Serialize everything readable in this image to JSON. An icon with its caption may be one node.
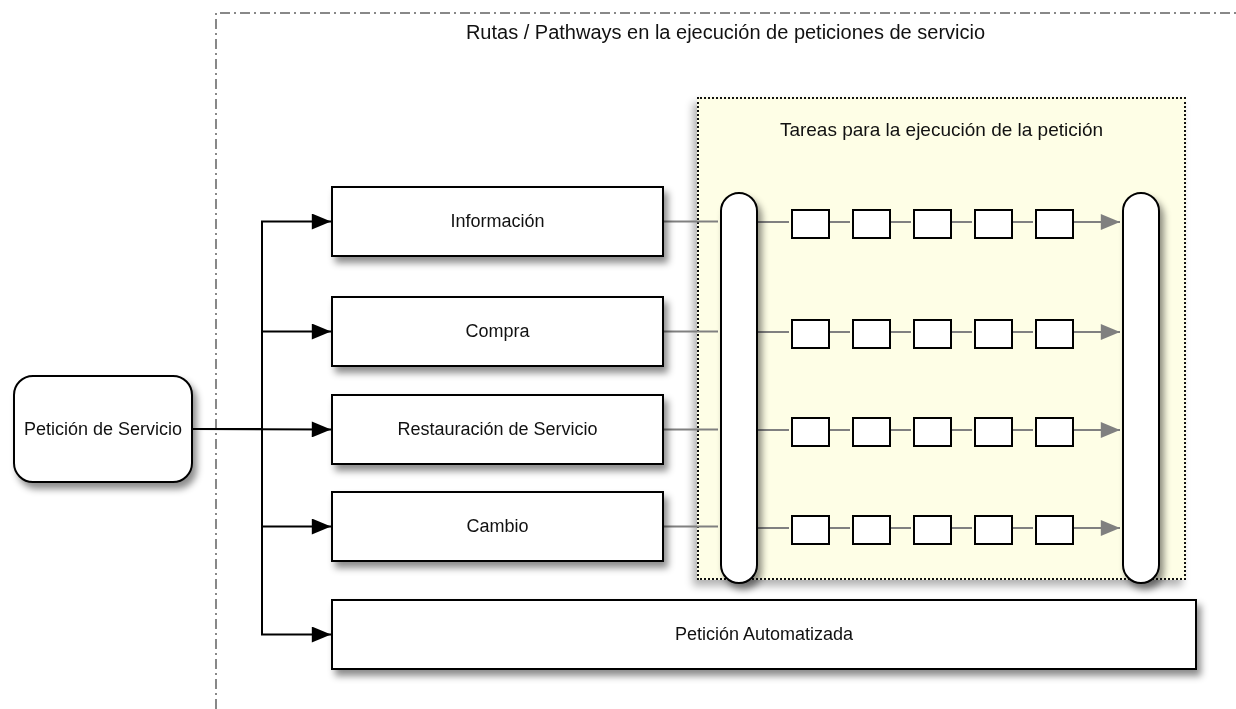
{
  "diagram": {
    "nodes": [
      {
        "text": [
          "Rutas / Pathways en la ejecución de peticiones de servicio"
        ]
      },
      {
        "text": [
          "Petición de Servicio"
        ]
      },
      {
        "text": [
          "Información"
        ],
        "in": 0
      },
      {
        "text": [
          "Compra"
        ],
        "in": 0
      },
      {
        "text": [
          "Restauración de Servicio"
        ],
        "in": 0
      },
      {
        "text": [
          "Cambio"
        ],
        "in": 0
      },
      {
        "text": [
          "Petición Automatizada"
        ],
        "in": 0
      },
      {
        "text": [
          "Tareas para la ejecución de la petición"
        ],
        "in": 0
      },
      {
        "text": [],
        "shape": "bar",
        "in": 7
      },
      {
        "text": [],
        "shape": "box",
        "in": 7
      },
      {
        "text": [],
        "shape": "box",
        "in": 7
      },
      {
        "text": [],
        "shape": "box",
        "in": 7
      },
      {
        "text": [],
        "shape": "box",
        "in": 7
      },
      {
        "text": [],
        "shape": "box",
        "in": 7
      },
      {
        "text": [],
        "shape": "box",
        "in": 7
      },
      {
        "text": [],
        "shape": "box",
        "in": 7
      },
      {
        "text": [],
        "shape": "box",
        "in": 7
      },
      {
        "text": [],
        "shape": "box",
        "in": 7
      },
      {
        "text": [],
        "shape": "box",
        "in": 7
      },
      {
        "text": [],
        "shape": "box",
        "in": 7
      },
      {
        "text": [],
        "shape": "box",
        "in": 7
      },
      {
        "text": [],
        "shape": "box",
        "in": 7
      },
      {
        "text": [],
        "shape": "box",
        "in": 7
      },
      {
        "text": [],
        "shape": "box",
        "in": 7
      },
      {
        "text": [],
        "shape": "box",
        "in": 7
      },
      {
        "text": [],
        "shape": "box",
        "in": 7
      },
      {
        "text": [],
        "shape": "box",
        "in": 7
      },
      {
        "text": [],
        "shape": "box",
        "in": 7
      },
      {
        "text": [],
        "shape": "box",
        "in": 7
      },
      {
        "text": [],
        "shape": "bar",
        "in": 7
      }
    ],
    "edges": [
      {
        "from": 1,
        "to": 2,
        "arrow": "to",
        "color": "#000000"
      },
      {
        "from": 1,
        "to": 3,
        "arrow": "to",
        "color": "#000000"
      },
      {
        "from": 1,
        "to": 4,
        "arrow": "to",
        "color": "#000000"
      },
      {
        "from": 1,
        "to": 5,
        "arrow": "to",
        "color": "#000000"
      },
      {
        "from": 1,
        "to": 6,
        "arrow": "to",
        "color": "#000000"
      },
      {
        "from": 2,
        "to": 8,
        "arrow": "none"
      },
      {
        "from": 3,
        "to": 8,
        "arrow": "none"
      },
      {
        "from": 4,
        "to": 8,
        "arrow": "none"
      },
      {
        "from": 5,
        "to": 8,
        "arrow": "none"
      },
      {
        "from": 8,
        "to": 9,
        "arrow": "none"
      },
      {
        "from": 9,
        "to": 10,
        "arrow": "none"
      },
      {
        "from": 10,
        "to": 11,
        "arrow": "none"
      },
      {
        "from": 11,
        "to": 12,
        "arrow": "none"
      },
      {
        "from": 12,
        "to": 13,
        "arrow": "none"
      },
      {
        "from": 13,
        "to": 29,
        "arrow": "to"
      },
      {
        "from": 8,
        "to": 14,
        "arrow": "none"
      },
      {
        "from": 14,
        "to": 15,
        "arrow": "none"
      },
      {
        "from": 15,
        "to": 16,
        "arrow": "none"
      },
      {
        "from": 16,
        "to": 17,
        "arrow": "none"
      },
      {
        "from": 17,
        "to": 18,
        "arrow": "none"
      },
      {
        "from": 18,
        "to": 29,
        "arrow": "to"
      },
      {
        "from": 8,
        "to": 19,
        "arrow": "none"
      },
      {
        "from": 19,
        "to": 20,
        "arrow": "none"
      },
      {
        "from": 20,
        "to": 21,
        "arrow": "none"
      },
      {
        "from": 21,
        "to": 22,
        "arrow": "none"
      },
      {
        "from": 22,
        "to": 23,
        "arrow": "none"
      },
      {
        "from": 23,
        "to": 29,
        "arrow": "to"
      },
      {
        "from": 8,
        "to": 24,
        "arrow": "none"
      },
      {
        "from": 24,
        "to": 25,
        "arrow": "none"
      },
      {
        "from": 25,
        "to": 26,
        "arrow": "none"
      },
      {
        "from": 26,
        "to": 27,
        "arrow": "none"
      },
      {
        "from": 27,
        "to": 28,
        "arrow": "none"
      },
      {
        "from": 28,
        "to": 29,
        "arrow": "to"
      }
    ]
  }
}
